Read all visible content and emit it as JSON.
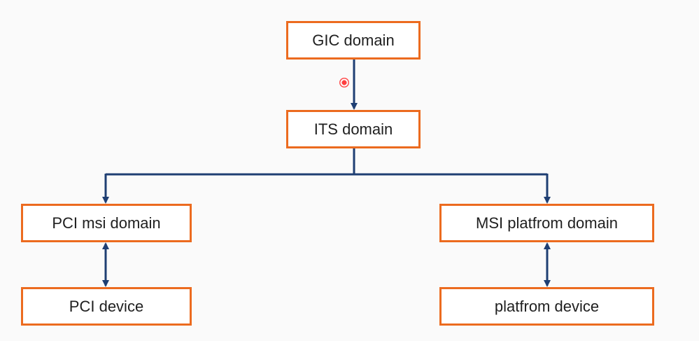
{
  "diagram": {
    "nodes": {
      "gic": "GIC domain",
      "its": "ITS domain",
      "pci_msi": "PCI msi domain",
      "msi_platform": "MSI platfrom domain",
      "pci_device": "PCI device",
      "platform_device": "platfrom device"
    },
    "colors": {
      "box_border": "#ec6b1f",
      "connector": "#1f3f73",
      "background": "#fafafa"
    }
  }
}
